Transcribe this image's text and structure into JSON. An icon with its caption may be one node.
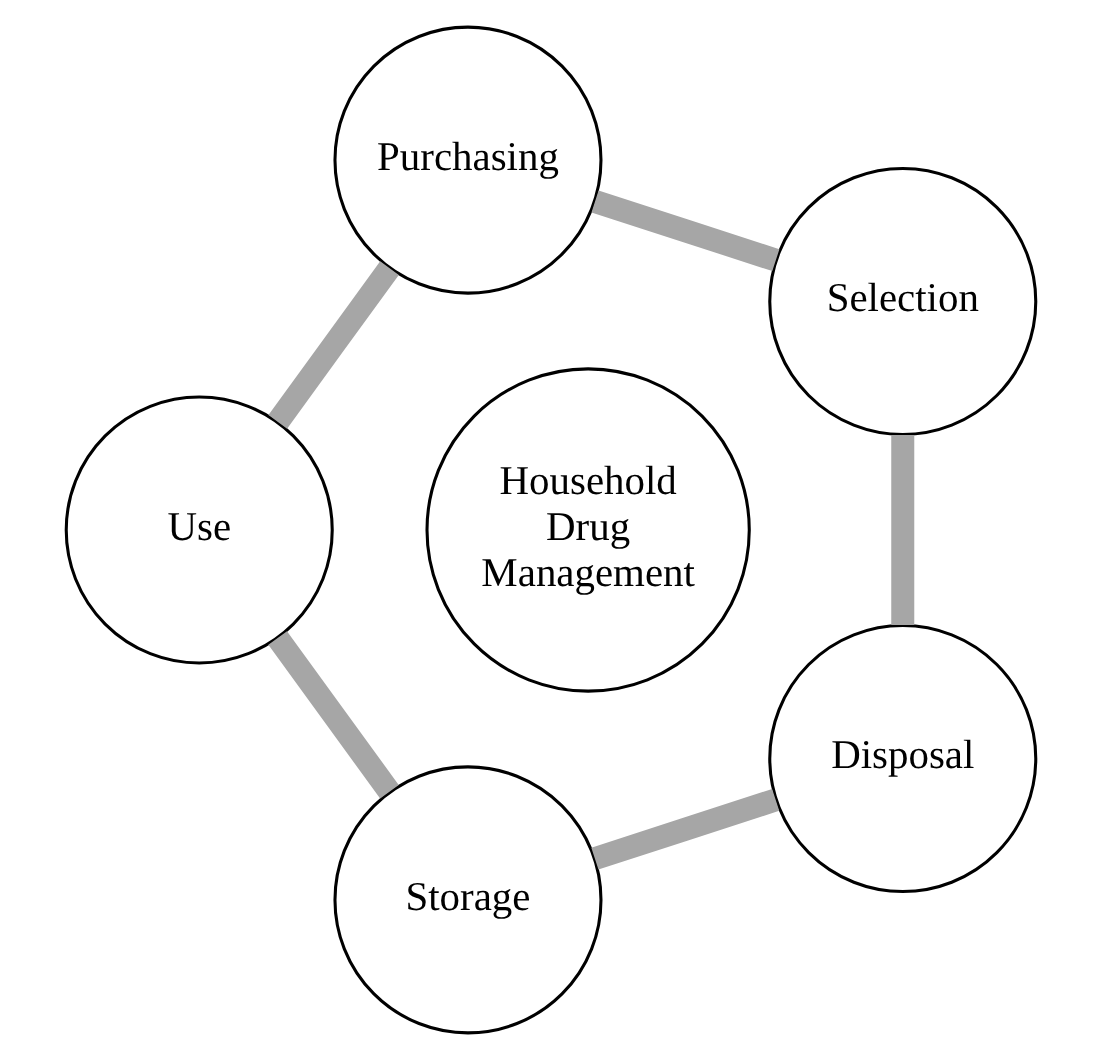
{
  "diagram": {
    "nodes": [
      {
        "text": [
          "Selection"
        ]
      },
      {
        "text": [
          "Purchasing"
        ]
      },
      {
        "text": [
          "Use"
        ]
      },
      {
        "text": [
          "Storage"
        ]
      },
      {
        "text": [
          "Disposal"
        ]
      },
      {
        "text": [
          "Household Drug Management"
        ]
      }
    ],
    "edges": [
      {
        "from": 0,
        "to": 1,
        "arrow": "none"
      },
      {
        "from": 1,
        "to": 2,
        "arrow": "none"
      },
      {
        "from": 2,
        "to": 3,
        "arrow": "none"
      },
      {
        "from": 3,
        "to": 4,
        "arrow": "none"
      },
      {
        "from": 4,
        "to": 0,
        "arrow": "none"
      }
    ]
  }
}
